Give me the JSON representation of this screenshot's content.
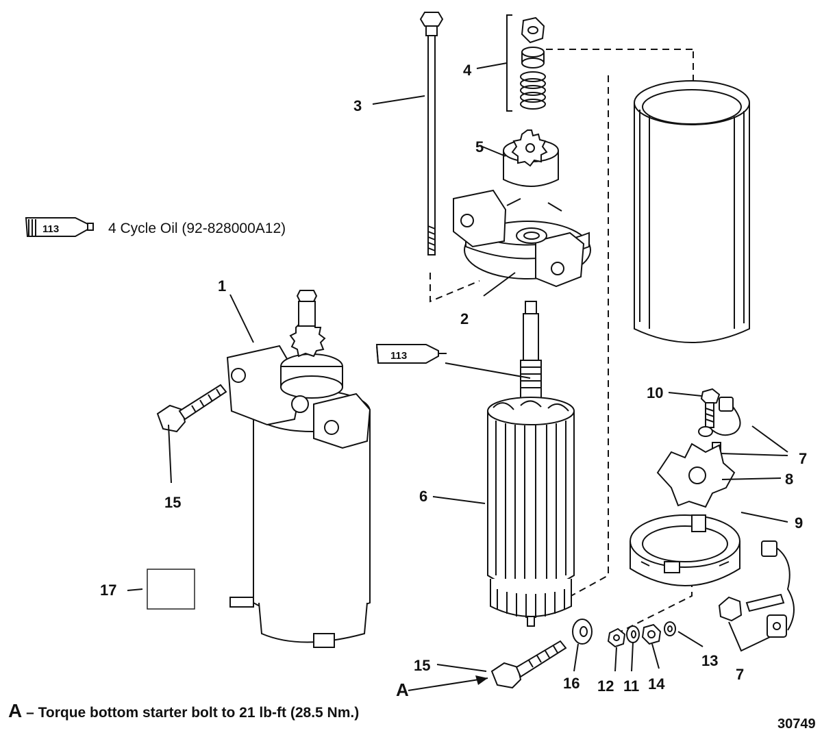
{
  "callouts": {
    "c1": "1",
    "c2": "2",
    "c3": "3",
    "c4": "4",
    "c5": "5",
    "c6": "6",
    "c7a": "7",
    "c7b": "7",
    "c8": "8",
    "c9": "9",
    "c10": "10",
    "c11": "11",
    "c12": "12",
    "c13": "13",
    "c14": "14",
    "c15a": "15",
    "c15b": "15",
    "c16": "16",
    "c17": "17",
    "cA": "A"
  },
  "legend": {
    "tube_code": "113",
    "text": "4 Cycle Oil (92-828000A12)"
  },
  "applicator": {
    "tube_code": "113"
  },
  "note": {
    "letter": "A",
    "text": "– Torque bottom starter bolt to 21 lb-ft (28.5 Nm.)"
  },
  "figure_number": "30749"
}
